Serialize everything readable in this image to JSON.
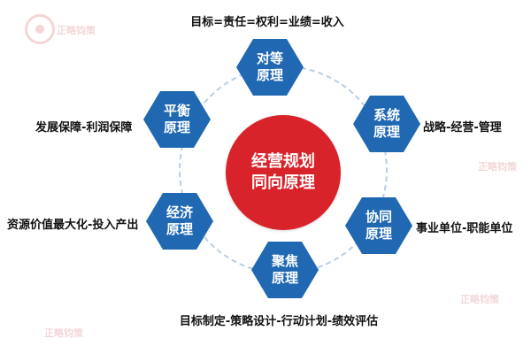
{
  "diagram": {
    "center": {
      "line1": "经营规划",
      "line2": "同向原理"
    },
    "nodes": [
      {
        "id": "duideng",
        "line1": "对等",
        "line2": "原理",
        "label": "目标=责任=权利=业绩=收入"
      },
      {
        "id": "xitong",
        "line1": "系统",
        "line2": "原理",
        "label": "战略-经营-管理"
      },
      {
        "id": "xietong",
        "line1": "协同",
        "line2": "原理",
        "label": "事业单位-职能单位"
      },
      {
        "id": "jujiao",
        "line1": "聚焦",
        "line2": "原理",
        "label": "目标制定-策略设计-行动计划-绩效评估"
      },
      {
        "id": "jingji",
        "line1": "经济",
        "line2": "原理",
        "label": "资源价值最大化-投入产出"
      },
      {
        "id": "pingheng",
        "line1": "平衡",
        "line2": "原理",
        "label": "发展保障-利润保障"
      }
    ],
    "colors": {
      "hexagon": "#2069b2",
      "center_circle": "#d9232a",
      "dashed_ring": "#b9cfe6",
      "label_text": "#111111"
    },
    "watermark": {
      "text": "正略钧策"
    }
  }
}
